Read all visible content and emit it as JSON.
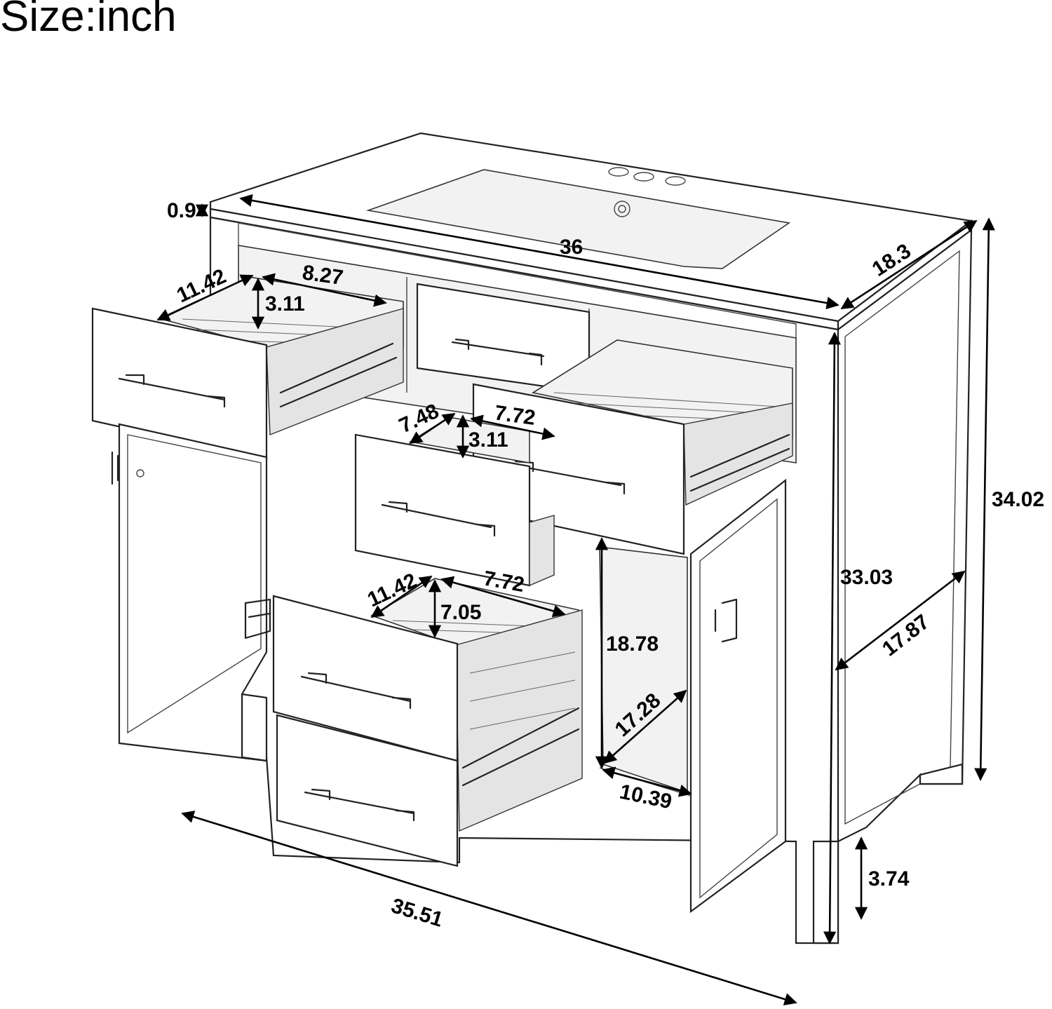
{
  "title": "Size:inch",
  "dimensions": {
    "top_thickness": "0.9",
    "top_width": "36",
    "top_depth": "18.3",
    "total_height": "34.02",
    "cabinet_height": "33.03",
    "cabinet_depth": "17.87",
    "cabinet_width": "35.51",
    "leg_height": "3.74",
    "top_left_drawer_depth": "11.42",
    "top_left_drawer_width": "8.27",
    "top_left_drawer_height": "3.11",
    "middle_drawer_depth": "7.48",
    "middle_drawer_width": "7.72",
    "middle_drawer_height": "3.11",
    "bottom_drawer_depth": "11.42",
    "bottom_drawer_width": "7.72",
    "bottom_drawer_height": "7.05",
    "cabinet_opening_height": "18.78",
    "cabinet_opening_depth": "17.28",
    "cabinet_opening_width": "10.39"
  }
}
